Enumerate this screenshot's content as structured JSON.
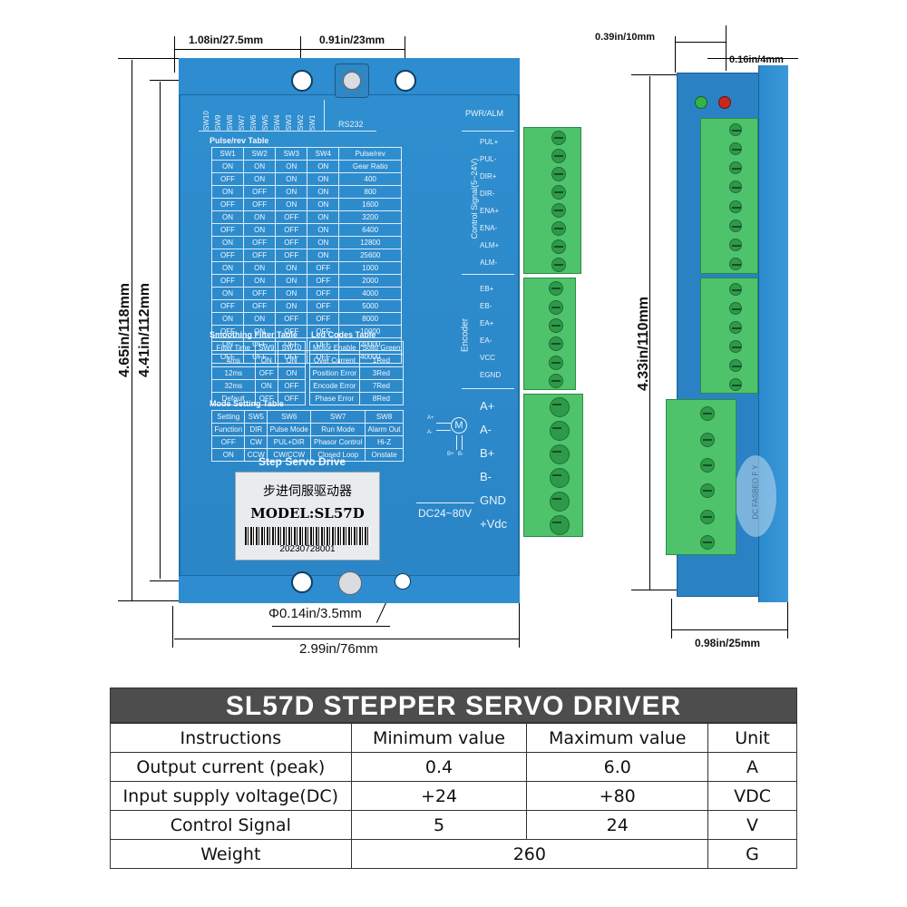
{
  "dimensions": {
    "top_left": "1.08in/27.5mm",
    "top_mid": "0.91in/23mm",
    "height_outer": "4.65in/118mm",
    "height_inner": "4.41in/112mm",
    "hole": "Φ0.14in/3.5mm",
    "width": "2.99in/76mm",
    "side_top1": "0.39in/10mm",
    "side_top2": "0.16in/4mm",
    "side_height": "4.33in/110mm",
    "side_width": "0.98in/25mm"
  },
  "driver": {
    "switches": [
      "SW10",
      "SW9",
      "SW8",
      "SW7",
      "SW6",
      "SW5",
      "SW4",
      "SW3",
      "SW2",
      "SW1"
    ],
    "rs232": "RS232",
    "pwr_alm": "PWR/ALM",
    "pulse_table": {
      "title": "Pulse/rev Table",
      "headers": [
        "SW1",
        "SW2",
        "SW3",
        "SW4",
        "Pulse/rev"
      ],
      "rows": [
        [
          "ON",
          "ON",
          "ON",
          "ON",
          "Gear Ratio"
        ],
        [
          "OFF",
          "ON",
          "ON",
          "ON",
          "400"
        ],
        [
          "ON",
          "OFF",
          "ON",
          "ON",
          "800"
        ],
        [
          "OFF",
          "OFF",
          "ON",
          "ON",
          "1600"
        ],
        [
          "ON",
          "ON",
          "OFF",
          "ON",
          "3200"
        ],
        [
          "OFF",
          "ON",
          "OFF",
          "ON",
          "6400"
        ],
        [
          "ON",
          "OFF",
          "OFF",
          "ON",
          "12800"
        ],
        [
          "OFF",
          "OFF",
          "OFF",
          "ON",
          "25600"
        ],
        [
          "ON",
          "ON",
          "ON",
          "OFF",
          "1000"
        ],
        [
          "OFF",
          "ON",
          "ON",
          "OFF",
          "2000"
        ],
        [
          "ON",
          "OFF",
          "ON",
          "OFF",
          "4000"
        ],
        [
          "OFF",
          "OFF",
          "ON",
          "OFF",
          "5000"
        ],
        [
          "ON",
          "ON",
          "OFF",
          "OFF",
          "8000"
        ],
        [
          "OFF",
          "ON",
          "OFF",
          "OFF",
          "10000"
        ],
        [
          "ON",
          "OFF",
          "OFF",
          "OFF",
          "20000"
        ],
        [
          "OFF",
          "OFF",
          "OFF",
          "OFF",
          "40000"
        ]
      ]
    },
    "smoothing_table": {
      "title": "Smoothing Filter Table",
      "headers": [
        "Filter Time",
        "SW9",
        "SW10"
      ],
      "rows": [
        [
          "4ms",
          "ON",
          "ON"
        ],
        [
          "12ms",
          "OFF",
          "ON"
        ],
        [
          "32ms",
          "ON",
          "OFF"
        ],
        [
          "Default",
          "OFF",
          "OFF"
        ]
      ]
    },
    "led_table": {
      "title": "Led Codes Table",
      "headers": [
        "Motor Enable",
        "Solid Green"
      ],
      "rows": [
        [
          "Over Current",
          "1Red"
        ],
        [
          "Position Error",
          "3Red"
        ],
        [
          "Encode Error",
          "7Red"
        ],
        [
          "Phase Error",
          "8Red"
        ]
      ]
    },
    "mode_table": {
      "title": "Mode Setting Table",
      "headers": [
        "Setting",
        "SW5",
        "SW6",
        "SW7",
        "SW8"
      ],
      "rows": [
        [
          "Function",
          "DIR",
          "Pulse Mode",
          "Run Mode",
          "Alarm Out"
        ],
        [
          "OFF",
          "CW",
          "PUL+DIR",
          "Phasor Control",
          "Hi-Z"
        ],
        [
          "ON",
          "CCW",
          "CW/CCW",
          "Closed Loop",
          "Onstate"
        ]
      ]
    },
    "drive_name": "Step Servo Drive",
    "label_cn": "步进伺服驱动器",
    "model": "MODEL:SL57D",
    "serial": "20230728001",
    "control_signal_label": "Control Signal(5~24V)",
    "control_pins": [
      "PUL+",
      "PUL-",
      "DIR+",
      "DIR-",
      "ENA+",
      "ENA-",
      "ALM+",
      "ALM-"
    ],
    "encoder_label": "Encoder",
    "encoder_pins": [
      "EB+",
      "EB-",
      "EA+",
      "EA-",
      "VCC",
      "EGND"
    ],
    "motor_pins": [
      "A+",
      "A-",
      "B+",
      "B-",
      "GND",
      "+Vdc"
    ],
    "dc_range": "DC24~80V",
    "motor_symbol": "M",
    "motor_a_plus": "A+",
    "motor_a_minus": "A-",
    "motor_b_plus": "B+",
    "motor_b_minus": "B-",
    "side_sticker": "DC FASBEO F Y"
  },
  "spec_table": {
    "title": "SL57D STEPPER SERVO DRIVER",
    "headers": [
      "Instructions",
      "Minimum value",
      "Maximum value",
      "Unit"
    ],
    "rows": [
      [
        "Output current (peak)",
        "0.4",
        "6.0",
        "A"
      ],
      [
        "Input supply voltage(DC)",
        "+24",
        "+80",
        "VDC"
      ],
      [
        "Control Signal",
        "5",
        "24",
        "V"
      ]
    ],
    "weight_row": [
      "Weight",
      "260",
      "G"
    ]
  },
  "colors": {
    "driver_blue": "#2a86c7",
    "terminal_green": "#4fc36b",
    "title_bar": "#4d4d4d"
  }
}
